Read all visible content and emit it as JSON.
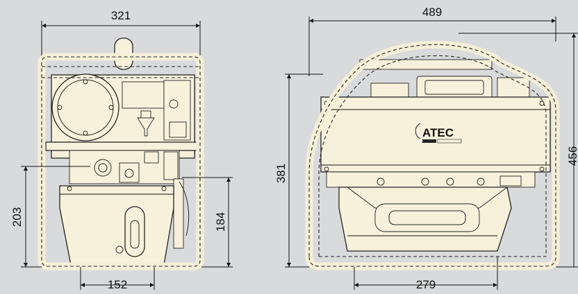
{
  "colors": {
    "background": "#d9dadb",
    "machine_body": "#f7f1dc",
    "outline": "#222222",
    "dimension_line": "#111111"
  },
  "front_view": {
    "width_dim": "321",
    "base_width_dim": "152",
    "left_height_dim": "203",
    "right_height_dim": "184"
  },
  "side_view": {
    "width_dim": "489",
    "base_width_dim": "279",
    "left_height_dim": "381",
    "right_height_dim": "456",
    "logo_text": "ATEC"
  }
}
